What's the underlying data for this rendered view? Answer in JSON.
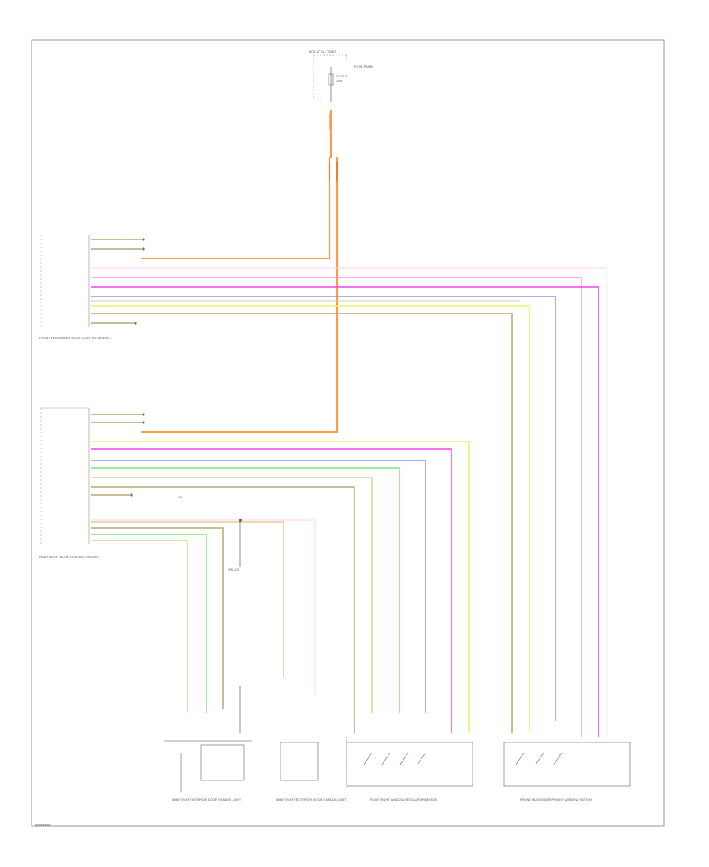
{
  "diagram": {
    "figure_code": "W0000000",
    "fuse_title": "HOT AT ALL TIMES",
    "fuse_panel": "FUSE PANEL",
    "fuse_name": "FUSE 2",
    "fuse_rating": "15A",
    "front_module_label": "FRONT PASSENGER DOOR CONTROL MODULE",
    "rear_module_label": "REAR RIGHT DOOR CONTROL MODULE",
    "component_labels": [
      "REAR RIGHT INTERIOR DOOR HANDLE LIGHT",
      "REAR RIGHT EXTERIOR DOOR HANDLE LIGHT",
      "REAR RIGHT WINDOW REGULATOR MOTOR",
      "FRONT PASSENGER POWER WINDOW SWITCH"
    ],
    "splice_label": "SPLICE",
    "ground_label": "G1",
    "colors": {
      "orange": "#ff9a40",
      "pink": "#ff8ce8",
      "magenta": "#ee44ee",
      "purple": "#9090ff",
      "yellow": "#f2f060",
      "tan": "#e8cc90",
      "olive": "#b8a870",
      "green": "#78e878",
      "red": "#ff8080",
      "frame": "#999999"
    }
  }
}
